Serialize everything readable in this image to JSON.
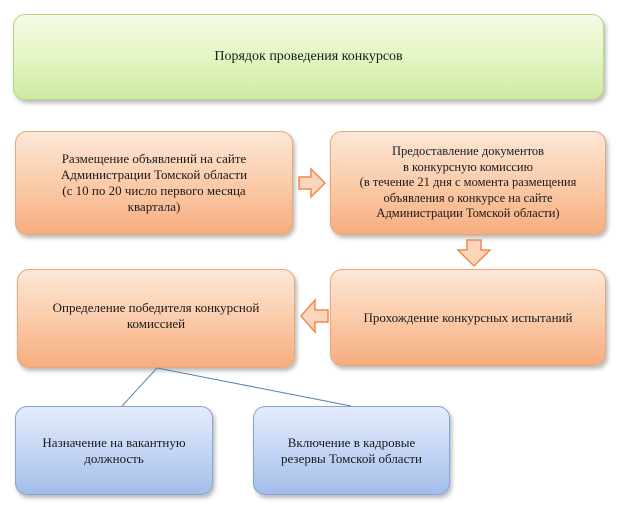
{
  "title_box": {
    "text": "Порядок проведения конкурсов"
  },
  "steps": {
    "announcement": "Размещение объявлений на сайте\nАдминистрации Томской области\n(с 10 по 20 число первого месяца\nквартала)",
    "documents": "Предоставление документов\nв конкурсную комиссию\n(в течение 21 дня с момента размещения\nобъявления о конкурсе на сайте\nАдминистрации Томской области)",
    "tests": "Прохождение конкурсных испытаний",
    "winner": "Определение победителя конкурсной\nкомиссией"
  },
  "outcomes": {
    "appointment": "Назначение на вакантную\nдолжность",
    "reserve": "Включение в кадровые\nрезервы Томской области"
  },
  "colors": {
    "title_fill": "#e6f6c7",
    "step_fill": "#fbc9a6",
    "outcome_fill": "#c2d4f4",
    "arrow_fill": "#fbd6bc",
    "arrow_stroke": "#f08a4b",
    "connector": "#5b7fa8"
  }
}
